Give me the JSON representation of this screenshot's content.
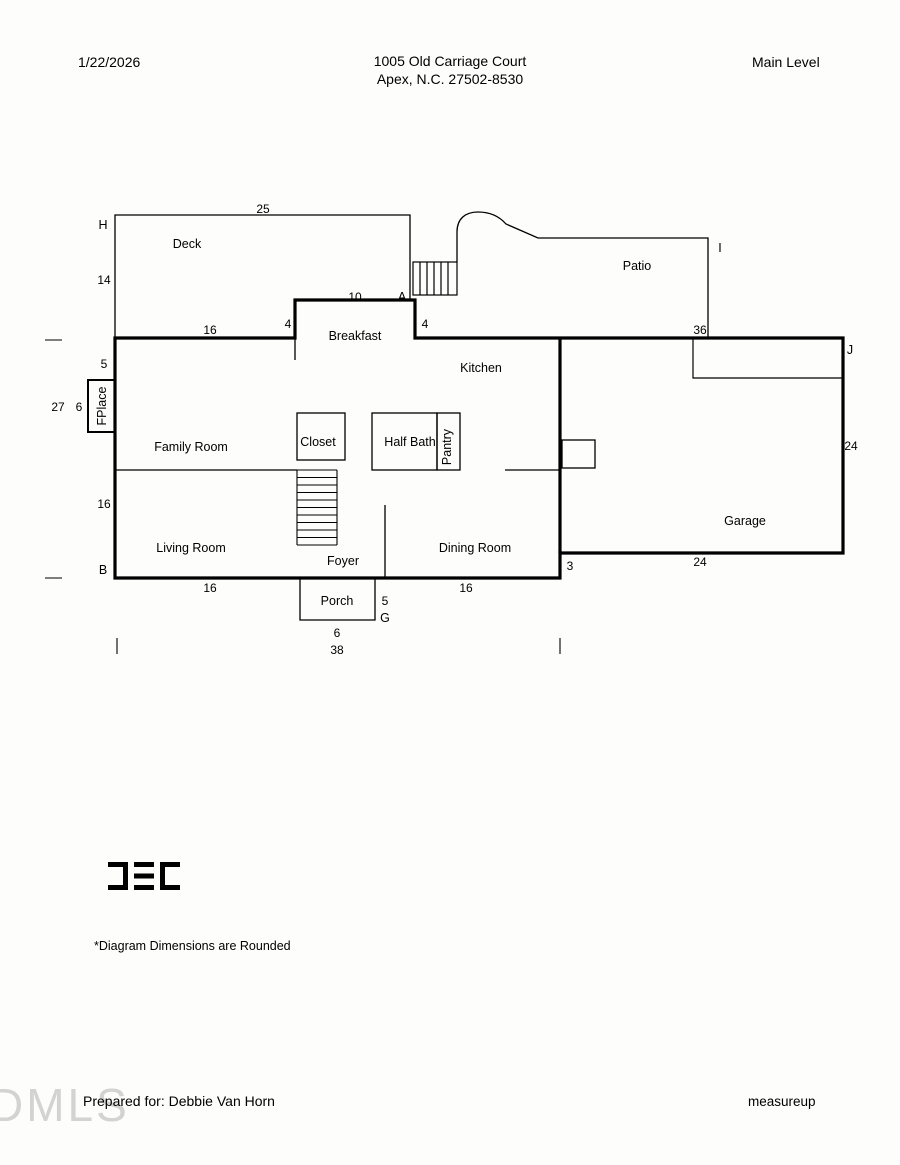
{
  "header": {
    "date": "1/22/2026",
    "address_line1": "1005 Old Carriage Court",
    "address_line2": "Apex, N.C. 27502-8530",
    "level": "Main Level"
  },
  "rooms": {
    "deck": "Deck",
    "patio": "Patio",
    "breakfast": "Breakfast",
    "kitchen": "Kitchen",
    "family_room": "Family Room",
    "closet": "Closet",
    "half_bath": "Half Bath",
    "pantry": "Pantry",
    "living_room": "Living Room",
    "foyer": "Foyer",
    "dining_room": "Dining Room",
    "porch": "Porch",
    "garage": "Garage",
    "fireplace": "FPlace"
  },
  "dimensions": {
    "deck_top": "25",
    "deck_left": "14",
    "house_top_left": "16",
    "breakfast_left": "4",
    "breakfast_top": "10",
    "breakfast_right": "4",
    "garage_top": "36",
    "left_upper": "5",
    "left_total": "27",
    "fireplace_width": "6",
    "left_lower": "16",
    "garage_right": "24",
    "garage_bottom": "24",
    "garage_offset": "3",
    "bottom_left": "16",
    "bottom_right": "16",
    "porch_right": "5",
    "porch_bottom": "6",
    "house_bottom_total": "38"
  },
  "markers": {
    "h": "H",
    "a": "A",
    "i": "I",
    "j": "J",
    "b": "B",
    "g": "G"
  },
  "footer": {
    "note": "*Diagram Dimensions are Rounded",
    "prepared_for": "Prepared for: Debbie Van Horn",
    "brand": "measureup",
    "watermark": "DMLS"
  }
}
